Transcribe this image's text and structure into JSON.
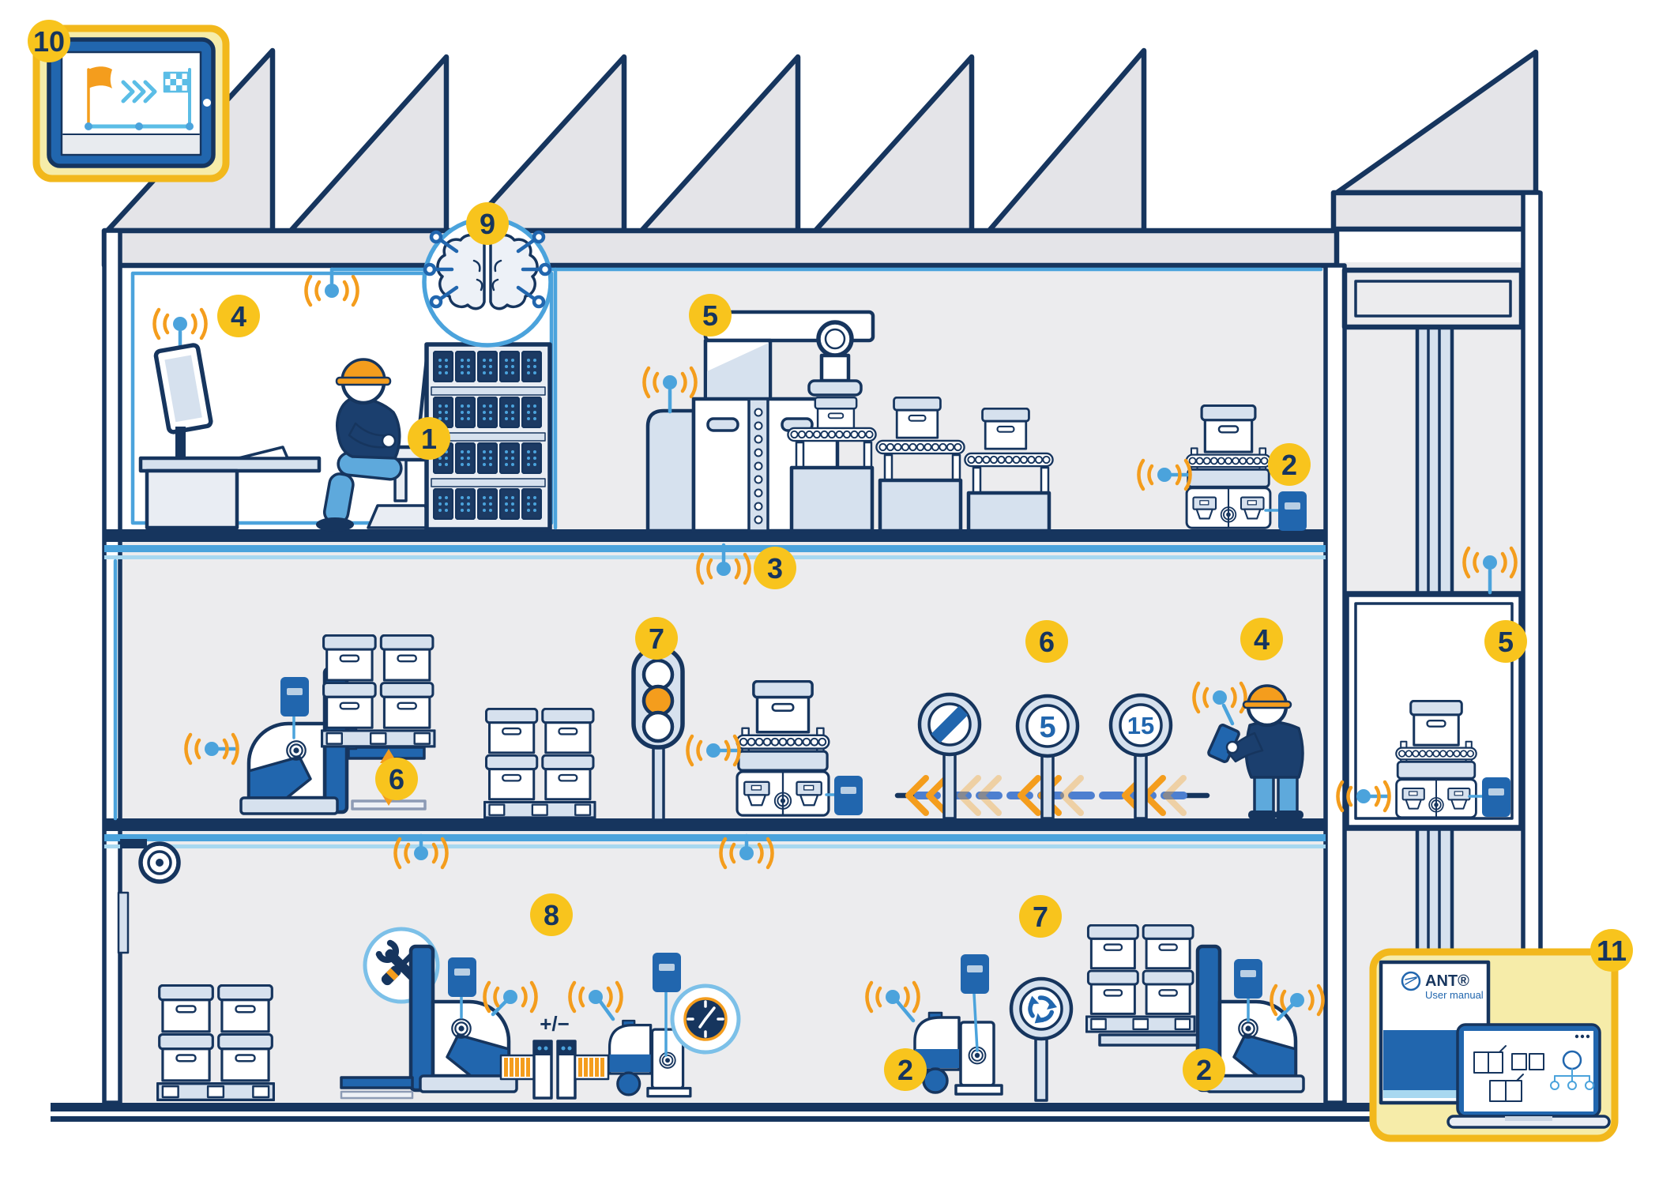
{
  "scene": "smart-factory-agv-system-illustration",
  "callouts": [
    {
      "id": "mission-control-tablet",
      "number": "10"
    },
    {
      "id": "ai-core",
      "number": "9"
    },
    {
      "id": "office-workstation",
      "number": "4"
    },
    {
      "id": "server-rack",
      "number": "1"
    },
    {
      "id": "production-line",
      "number": "5"
    },
    {
      "id": "conveyor-agv-production",
      "number": "2"
    },
    {
      "id": "wireless-network",
      "number": "3"
    },
    {
      "id": "traffic-light",
      "number": "7"
    },
    {
      "id": "fork-lift-height",
      "number": "6"
    },
    {
      "id": "traffic-rules",
      "number": "6"
    },
    {
      "id": "worker-with-tablet",
      "number": "4"
    },
    {
      "id": "elevator-agv",
      "number": "5"
    },
    {
      "id": "charging-station",
      "number": "8"
    },
    {
      "id": "roundabout-rule",
      "number": "7"
    },
    {
      "id": "tugger-agv",
      "number": "2"
    },
    {
      "id": "pallet-agv",
      "number": "2"
    },
    {
      "id": "user-manual",
      "number": "11"
    }
  ],
  "signs": {
    "speed_limit_low": "5",
    "speed_limit_high": "15"
  },
  "labels": {
    "charging_polarity": "+/−"
  },
  "manual": {
    "brand": "ANT®",
    "subtitle": "User manual"
  },
  "traffic_light": {
    "active": "amber"
  },
  "colors": {
    "outline": "#16355e",
    "accent_blue": "#2166ae",
    "sky_blue": "#4ba3dc",
    "orange": "#f49d1d",
    "badge_yellow": "#f8c41d",
    "panel_yellow": "#f6eca9",
    "panel_border": "#f2b81c",
    "light_blue": "#d6e1ee",
    "background": "#ececee"
  }
}
